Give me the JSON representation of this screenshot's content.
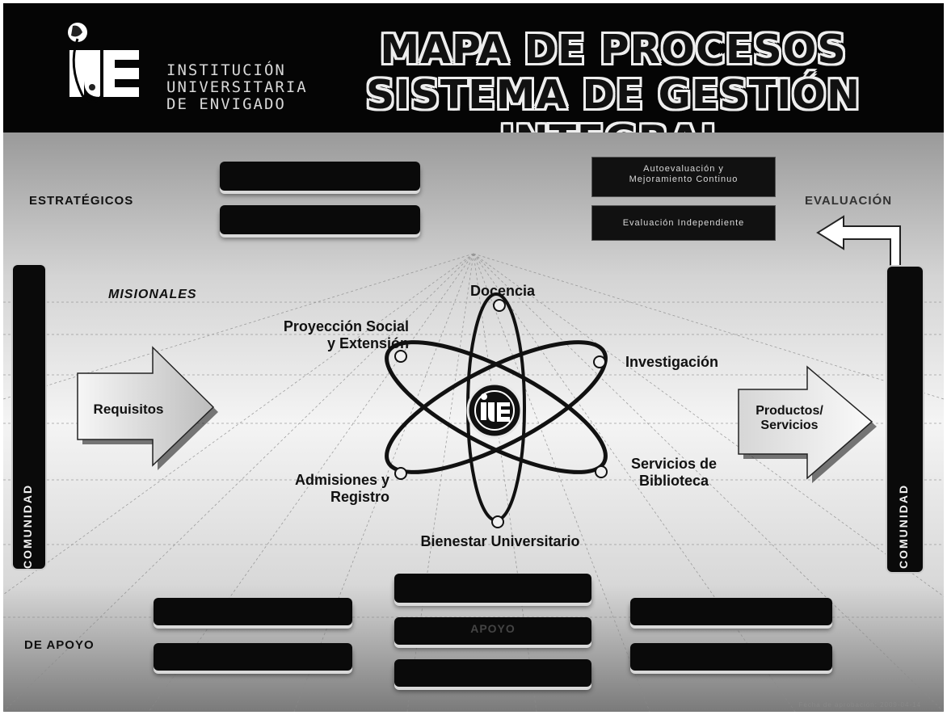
{
  "header": {
    "institution_lines": [
      "INSTITUCIÓN",
      "UNIVERSITARIA",
      "DE ENVIGADO"
    ],
    "logo_letters": "IUE",
    "title_line1": "MAPA DE PROCESOS",
    "title_line2": "SISTEMA DE GESTIÓN INTEGRAL"
  },
  "groups": {
    "estrategicos": "ESTRATÉGICOS",
    "misionales": "MISIONALES",
    "de_apoyo": "DE APOYO",
    "evaluacion": "EVALUACIÓN",
    "apoyo_center": "APOYO"
  },
  "strategic_boxes": {
    "autoevaluacion": "Autoevaluación y\nMejoramiento Continuo",
    "evaluacion_independiente": "Evaluación Independiente"
  },
  "side_bars": {
    "left": "COMUNIDAD",
    "right": "COMUNIDAD"
  },
  "missional_processes": {
    "docencia": "Docencia",
    "proyeccion": "Proyección Social\ny Extensión",
    "investigacion": "Investigación",
    "admisiones": "Admisiones y\nRegistro",
    "biblioteca": "Servicios de\nBiblioteca",
    "bienestar": "Bienestar Universitario"
  },
  "arrows": {
    "input": "Requisitos",
    "output": "Productos/\nServicios"
  },
  "footnote": "Fecha de aprobación: 2009-04-14"
}
